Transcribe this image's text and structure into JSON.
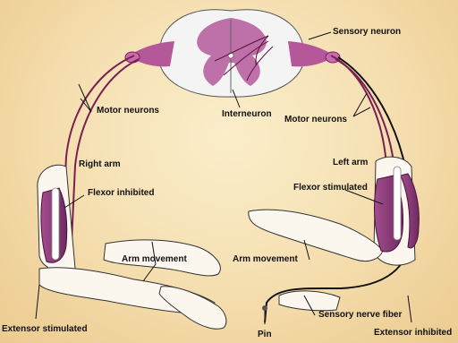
{
  "labels": {
    "sensory_neuron": "Sensory neuron",
    "interneuron": "Interneuron",
    "motor_neurons_left": "Motor neurons",
    "motor_neurons_right": "Motor neurons",
    "right_arm": "Right arm",
    "left_arm": "Left arm",
    "flexor_inhibited": "Flexor inhibited",
    "flexor_stimulated": "Flexor stimulated",
    "arm_movement_left": "Arm movement",
    "arm_movement_right": "Arm movement",
    "sensory_nerve_fiber": "Sensory nerve fiber",
    "extensor_stimulated": "Extensor stimulated",
    "pin": "Pin",
    "extensor_inhibited": "Extensor inhibited"
  },
  "colors": {
    "background": "#f3d9a6",
    "gray_matter": "#b4589a",
    "nerve": "#7a1f52",
    "muscle": "#8e3a7a",
    "sensory_fiber": "#111111"
  }
}
